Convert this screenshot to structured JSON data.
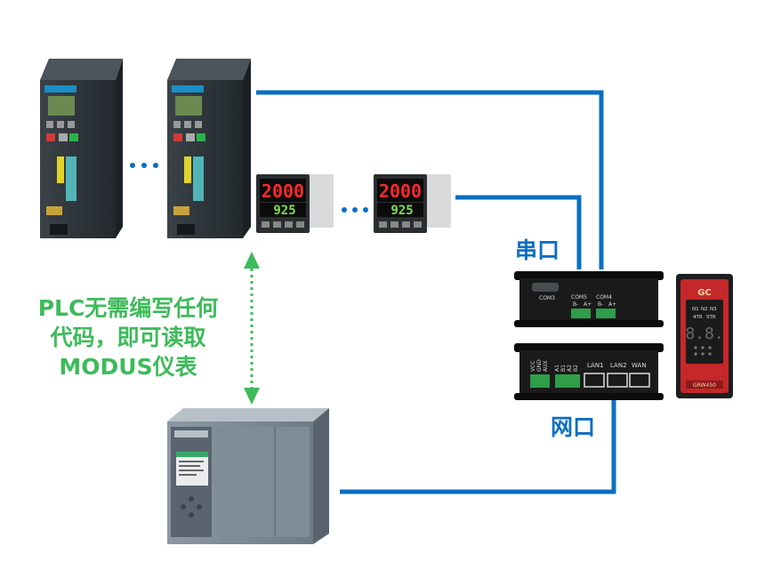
{
  "annotation": {
    "line1": "PLC无需编写任何",
    "line2": "代码，即可读取",
    "line3": "MODUS仪表"
  },
  "labels": {
    "serial_port": "串口",
    "network_port": "网口"
  },
  "ellipsis": {
    "dot_color": "#0a6fc2"
  },
  "colors": {
    "cable": "#0a6fc2",
    "annotation_text": "#3dbb5a",
    "arrow": "#3dbb5a",
    "label_text": "#0a6fc2"
  },
  "meter": {
    "top_value": "2000",
    "bottom_value": "925"
  },
  "gateway_serial": {
    "com3": "COM3",
    "com5": "COM5",
    "com4": "COM4",
    "b_minus": "B-",
    "a_plus": "A+"
  },
  "gateway_network": {
    "vcc": "VCC",
    "gnd": "GND",
    "aux": "AUX",
    "a1": "A1",
    "b1": "B1",
    "a2": "A2",
    "b2": "B2",
    "lan1": "LAN1",
    "lan2": "LAN2",
    "wan": "WAN"
  },
  "display_module": {
    "brand": "GC",
    "n1": "N1",
    "n2": "N2",
    "n3": "N3",
    "stat1": "4TR",
    "stat2": "STR",
    "digits": "8.8.",
    "model": "GRW450"
  }
}
